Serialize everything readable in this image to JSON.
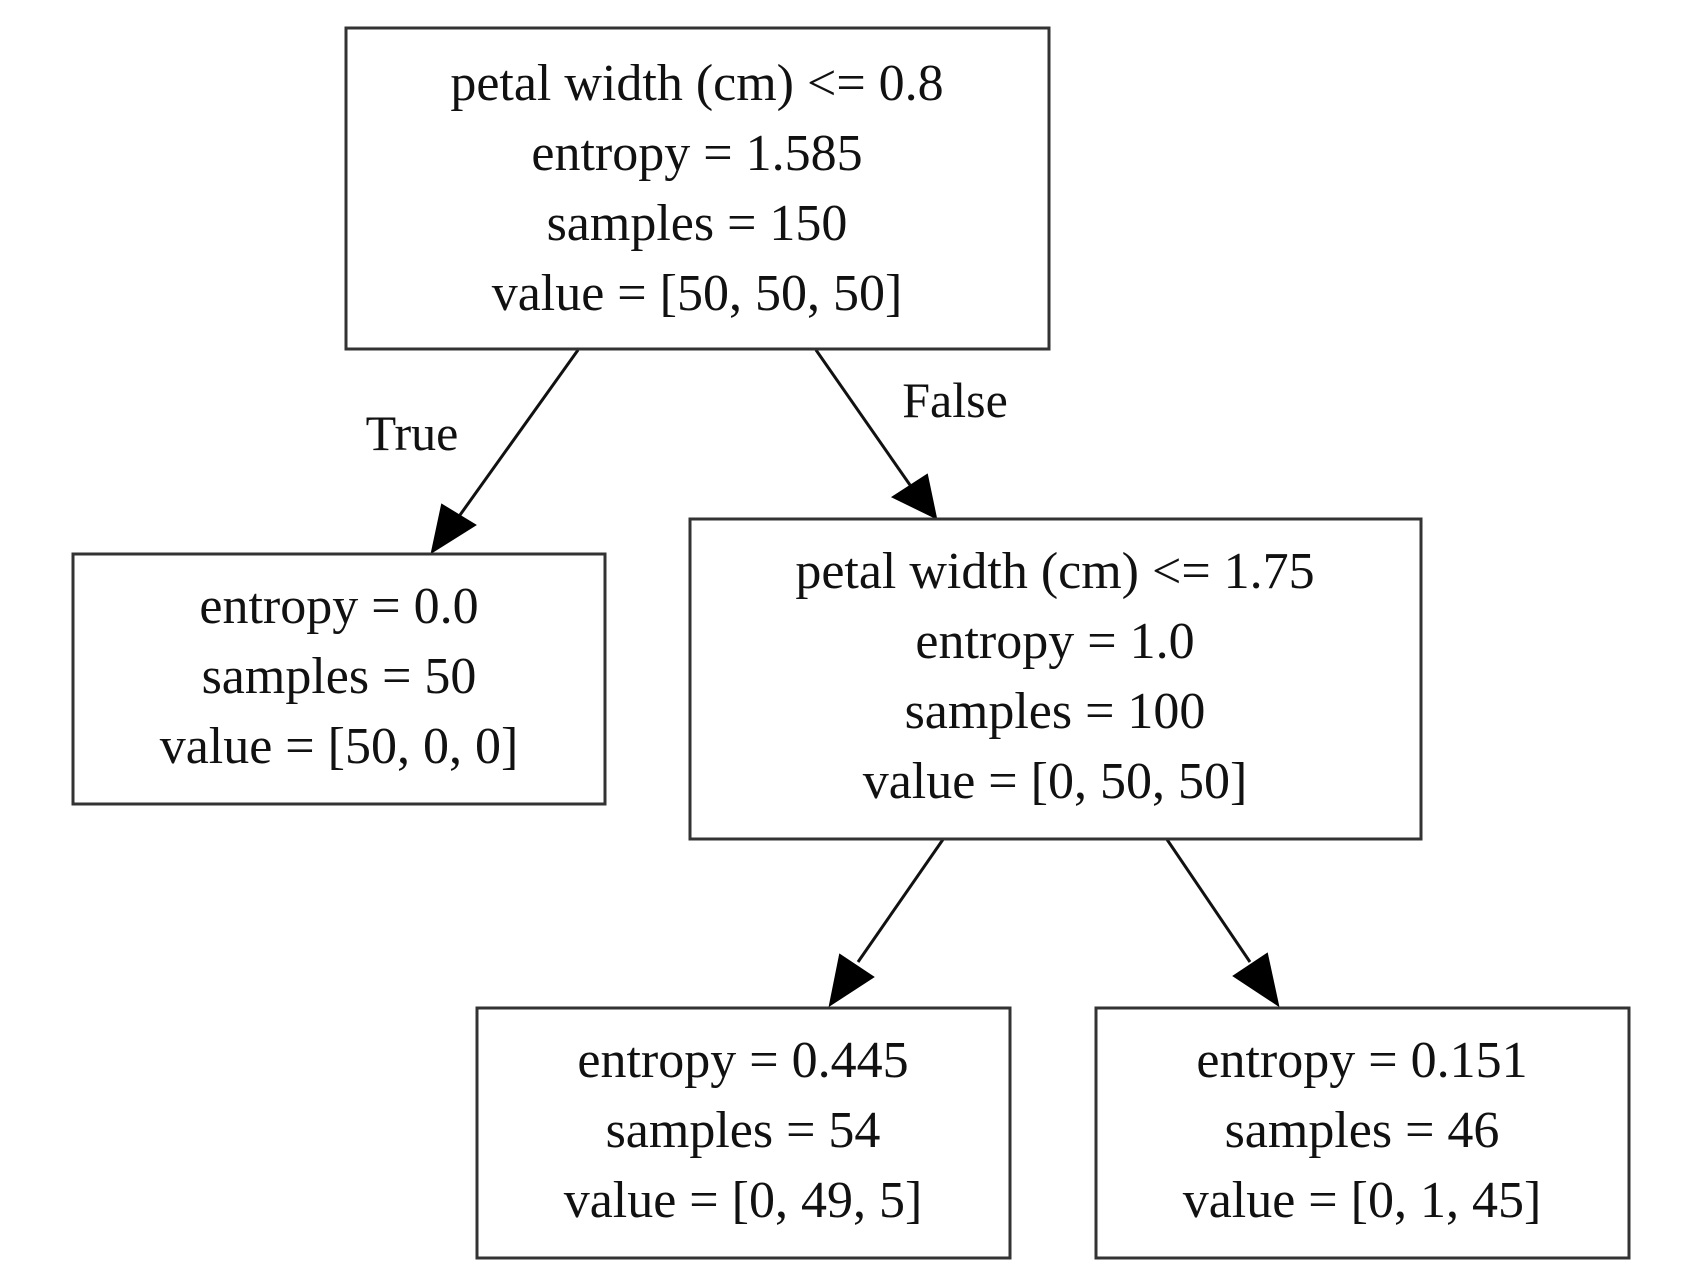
{
  "tree": {
    "nodes": [
      {
        "id": "root",
        "lines": [
          "petal width (cm) <= 0.8",
          "entropy = 1.585",
          "samples = 150",
          "value = [50, 50, 50]"
        ]
      },
      {
        "id": "left-leaf",
        "lines": [
          "entropy = 0.0",
          "samples = 50",
          "value = [50, 0, 0]"
        ]
      },
      {
        "id": "split-2",
        "lines": [
          "petal width (cm) <= 1.75",
          "entropy = 1.0",
          "samples = 100",
          "value = [0, 50, 50]"
        ]
      },
      {
        "id": "leaf-3",
        "lines": [
          "entropy = 0.445",
          "samples = 54",
          "value = [0, 49, 5]"
        ]
      },
      {
        "id": "leaf-4",
        "lines": [
          "entropy = 0.151",
          "samples = 46",
          "value = [0, 1, 45]"
        ]
      }
    ],
    "edges": [
      {
        "from": "root",
        "to": "left-leaf",
        "label": "True"
      },
      {
        "from": "root",
        "to": "split-2",
        "label": "False"
      },
      {
        "from": "split-2",
        "to": "leaf-3",
        "label": ""
      },
      {
        "from": "split-2",
        "to": "leaf-4",
        "label": ""
      }
    ]
  }
}
